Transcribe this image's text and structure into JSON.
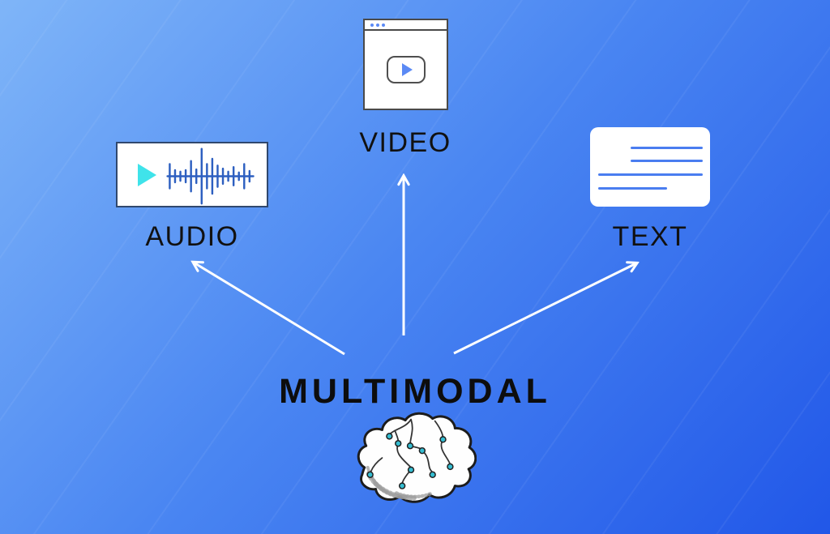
{
  "title": {
    "label": "MULTIMODAL"
  },
  "nodes": [
    {
      "id": "audio",
      "label": "AUDIO",
      "icon": "audio-waveform-player"
    },
    {
      "id": "video",
      "label": "VIDEO",
      "icon": "browser-window-video-player"
    },
    {
      "id": "text",
      "label": "TEXT",
      "icon": "document-text-lines"
    }
  ],
  "center": {
    "icon": "brain",
    "description": "brain-with-neural-nodes"
  },
  "arrows": [
    {
      "from": "multimodal",
      "to": "audio"
    },
    {
      "from": "multimodal",
      "to": "video"
    },
    {
      "from": "multimodal",
      "to": "text"
    }
  ],
  "icons": {
    "audio_play": "play-triangle",
    "audio_waveform": "waveform-ticks",
    "video_window_dots": "window-control-dots",
    "video_play": "play-button-rounded-rect",
    "text_lines": "paragraph-lines",
    "brain": "brain-doodle"
  },
  "colors": {
    "bg_gradient_start": "#7fb5f8",
    "bg_gradient_mid": "#4a86f2",
    "bg_gradient_end": "#2157e8",
    "arrow": "#ffffff",
    "label_text": "#111111",
    "title_text": "#0d0d0d",
    "card_bg": "#ffffff",
    "audio_border": "#30486e",
    "audio_play": "#3fe3ea",
    "waveform": "#2d5fc0",
    "video_border": "#4a4a4a",
    "video_accent": "#5b8af5",
    "text_line": "#4a7df0",
    "brain_outline": "#1c1c1c",
    "brain_line": "#333333",
    "node_dot": "#35bdd1"
  }
}
